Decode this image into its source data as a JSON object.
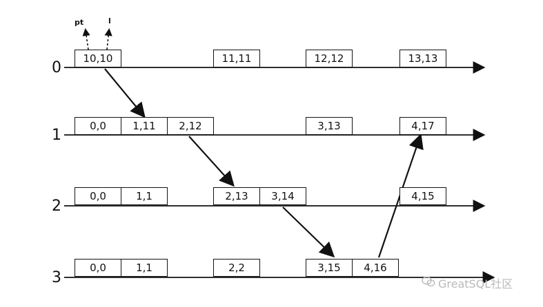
{
  "annotations": {
    "pt": "pt",
    "l": "l"
  },
  "rows": [
    {
      "label": "0",
      "nodes": [
        "10,10",
        "11,11",
        "12,12",
        "13,13"
      ]
    },
    {
      "label": "1",
      "nodes": [
        "0,0",
        "1,11",
        "2,12",
        "3,13",
        "4,17"
      ]
    },
    {
      "label": "2",
      "nodes": [
        "0,0",
        "1,1",
        "2,13",
        "3,14",
        "4,15"
      ]
    },
    {
      "label": "3",
      "nodes": [
        "0,0",
        "1,1",
        "2,2",
        "3,15",
        "4,16"
      ]
    }
  ],
  "watermark": {
    "text": "GreatSQL社区",
    "icon": "wechat-icon"
  }
}
